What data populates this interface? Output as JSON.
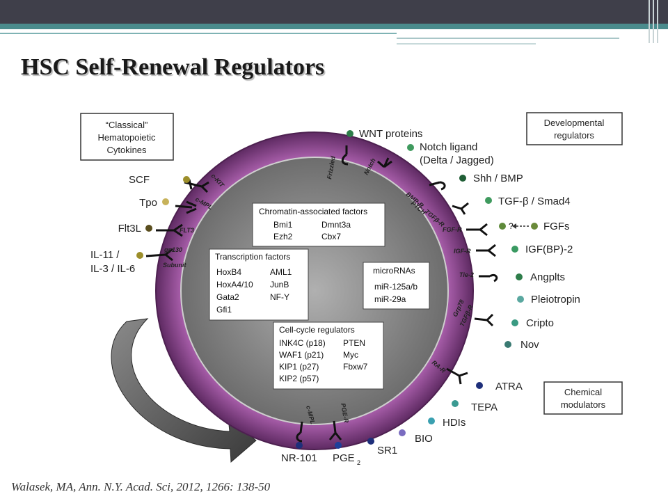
{
  "title": "HSC Self-Renewal Regulators",
  "citation": "Walasek, MA, Ann. N.Y. Acad. Sci, 2012, 1266: 138-50",
  "diagram": {
    "corner_boxes": {
      "classical": [
        "“Classical”",
        "Hematopoietic",
        "Cytokines"
      ],
      "developmental": [
        "Developmental",
        "regulators"
      ],
      "chemical": [
        "Chemical",
        "modulators"
      ]
    },
    "inner_boxes": {
      "chromatin": {
        "title": "Chromatin-associated factors",
        "col1": [
          "Bmi1",
          "Ezh2"
        ],
        "col2": [
          "Dmnt3a",
          "Cbx7"
        ]
      },
      "transcription": {
        "title": "Transcription factors",
        "col1": [
          "HoxB4",
          "HoxA4/10",
          "Gata2",
          "Gfi1"
        ],
        "col2": [
          "AML1",
          "JunB",
          "NF-Y"
        ]
      },
      "micrornas": {
        "title": "microRNAs",
        "items": [
          "miR-125a/b",
          "miR-29a"
        ]
      },
      "cellcycle": {
        "title": "Cell-cycle regulators",
        "col1": [
          "INK4C (p18)",
          "WAF1 (p21)",
          "KIP1  (p27)",
          "KIP2  (p57)"
        ],
        "col2": [
          "PTEN",
          "Myc",
          "Fbxw7"
        ]
      }
    },
    "ligands_left": [
      "SCF",
      "Tpo",
      "Flt3L",
      "IL-11 /",
      "IL-3 / IL-6"
    ],
    "ligands_right": [
      "WNT proteins",
      "Notch ligand",
      "(Delta / Jagged)",
      "Shh / BMP",
      "TGF-β / Smad4",
      "FGFs",
      "IGF(BP)-2",
      "Angplts",
      "Pleiotropin",
      "Cripto",
      "Nov",
      "ATRA",
      "TEPA",
      "HDIs",
      "BIO",
      "SR1"
    ],
    "ligands_bottom": [
      "NR-101",
      "PGE"
    ],
    "pge_subscript": "2",
    "fgf_question": "?",
    "receptors": [
      "c-KIT",
      "c-MPL",
      "FLT3",
      "gp130",
      "Subunit",
      "Frizzled",
      "Notch",
      "BMP-R",
      "PTCH",
      "TGFβ-R",
      "FGF-R",
      "IGF-R",
      "Tie-2",
      "Grp78",
      "TGFβ-R",
      "RA-R",
      "PGE-R",
      "c-MPL"
    ],
    "colors": {
      "ring": "#8a3f8c",
      "ring_edge": "#5e2a62",
      "inner": "#8e8e8e",
      "dot_olive": "#9c8e2a",
      "dot_yellow": "#c7b25a",
      "dot_darkolive": "#5a4e1e",
      "dot_green": "#2e7d4a",
      "dot_teal": "#3a9a92",
      "dot_navy": "#1e2f7a",
      "dot_purple": "#7a6cc0"
    }
  }
}
